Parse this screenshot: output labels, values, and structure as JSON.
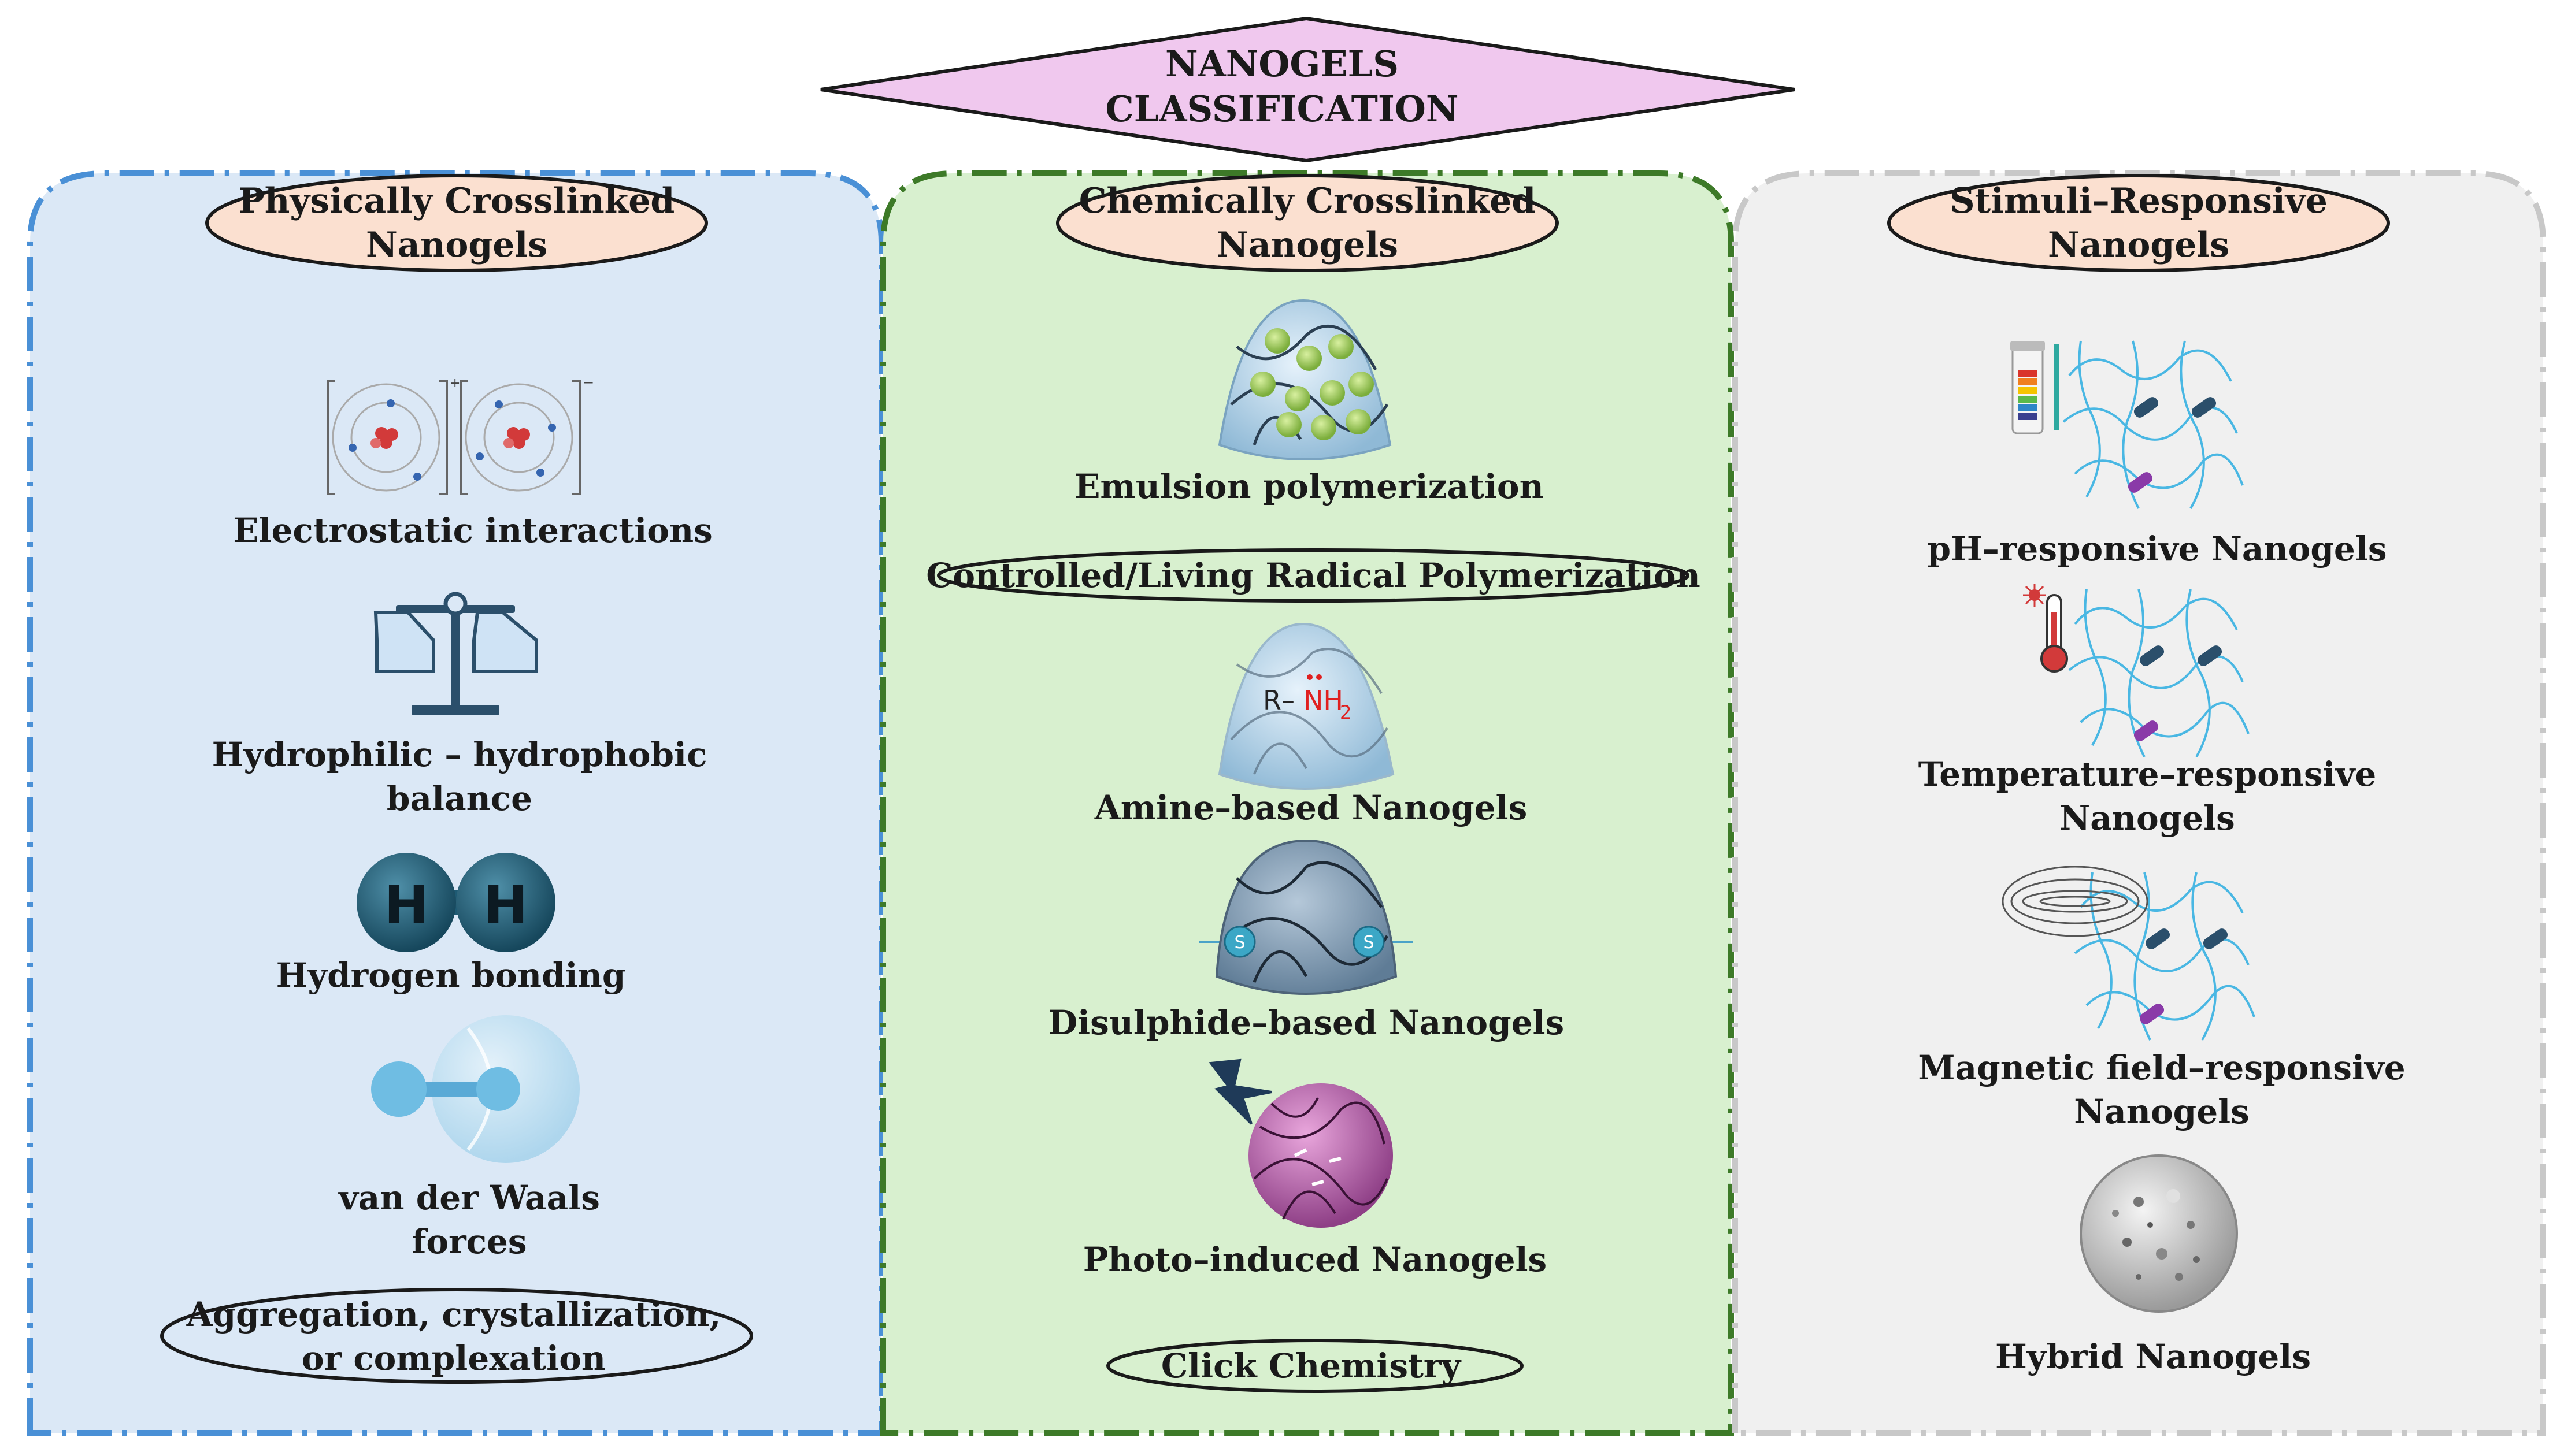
{
  "title": {
    "line1": "NANOGELS",
    "line2": "CLASSIFICATION"
  },
  "columns": [
    {
      "header_line1": "Physically Crosslinked",
      "header_line2": "Nanogels",
      "items": [
        {
          "label_line1": "Electrostatic interactions",
          "icon": "electrostatic-atoms-icon"
        },
        {
          "label_line1": "Hydrophilic – hydrophobic",
          "label_line2": "balance",
          "icon": "balance-scale-icon"
        },
        {
          "label_line1": "Hydrogen bonding",
          "icon": "hydrogen-molecule-icon"
        },
        {
          "label_line1": "van der Waals",
          "label_line2": "forces",
          "icon": "van-der-waals-icon"
        },
        {
          "label_line1": "Aggregation, crystallization,",
          "label_line2": "or complexation"
        }
      ]
    },
    {
      "header_line1": "Chemically Crosslinked",
      "header_line2": "Nanogels",
      "items": [
        {
          "label_line1": "Emulsion polymerization",
          "icon": "emulsion-nanogel-icon"
        },
        {
          "label_line1": "Controlled/Living Radical Polymerization"
        },
        {
          "label_line1": "Amine–based Nanogels",
          "icon": "amine-nanogel-icon",
          "icon_text_r": "R–",
          "icon_text_nh": "NH",
          "icon_text_sub": "2"
        },
        {
          "label_line1": "Disulphide–based Nanogels",
          "icon": "disulphide-nanogel-icon",
          "icon_text_s": "S"
        },
        {
          "label_line1": "Photo–induced Nanogels",
          "icon": "photo-nanogel-icon"
        },
        {
          "label_line1": "Click Chemistry"
        }
      ]
    },
    {
      "header_line1": "Stimuli–Responsive",
      "header_line2": "Nanogels",
      "items": [
        {
          "label_line1": "pH–responsive Nanogels",
          "icon": "ph-network-icon"
        },
        {
          "label_line1": "Temperature–responsive",
          "label_line2": "Nanogels",
          "icon": "thermometer-network-icon"
        },
        {
          "label_line1": "Magnetic field–responsive",
          "label_line2": "Nanogels",
          "icon": "magnet-network-icon"
        },
        {
          "label_line1": "Hybrid Nanogels",
          "icon": "hybrid-sphere-icon"
        }
      ]
    }
  ],
  "colors": {
    "title_fill": "#f0c8ee",
    "header_fill": "#fbe0d0",
    "col1_fill": "#dbe8f6",
    "col1_border": "#4a90d6",
    "col2_fill": "#d8f0cf",
    "col2_border": "#3d7a28",
    "col3_fill": "#f0f0f0",
    "col3_border": "#c8c8c8",
    "amine_text": "#e02020"
  }
}
